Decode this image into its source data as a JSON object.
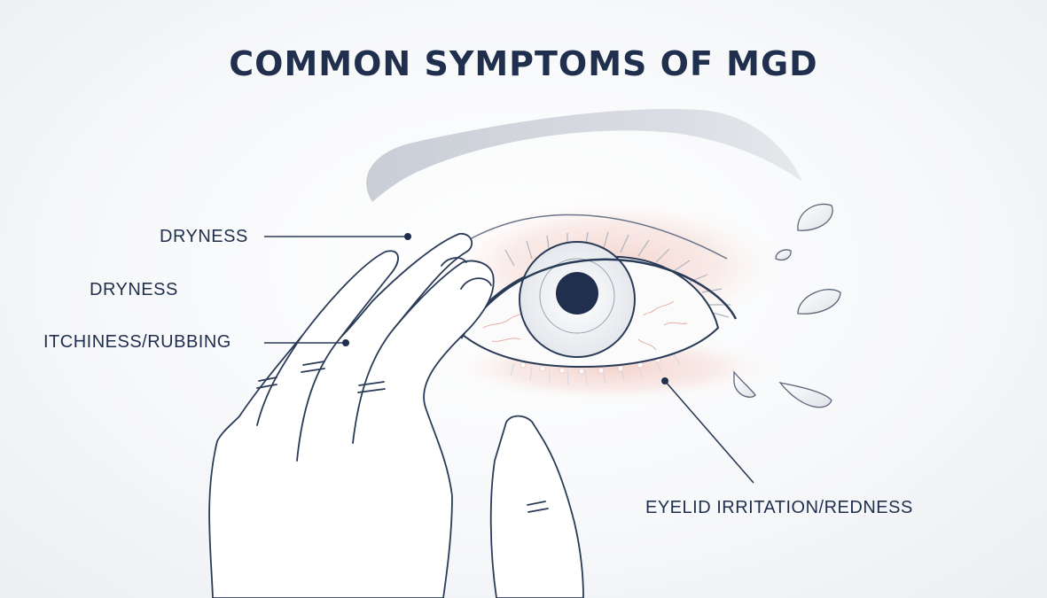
{
  "title": "COMMON SYMPTOMS OF MGD",
  "labels": {
    "dryness_1": "DRYNESS",
    "dryness_2": "DRYNESS",
    "itchiness": "ITCHINESS/RUBBING",
    "eyelid": "EYELID IRRITATION/REDNESS"
  },
  "colors": {
    "title": "#1f2f4d",
    "line": "#2a3b57",
    "iris_pupil": "#1f2f4d",
    "redness": "#e9b9b0",
    "brow": "#d3d7de"
  }
}
